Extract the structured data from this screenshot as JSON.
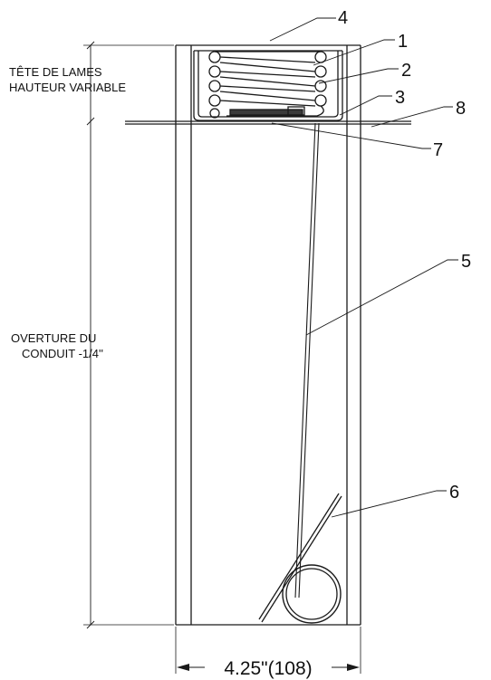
{
  "dimension_labels": {
    "blade_head": [
      "TÊTE DE LAMES",
      "HAUTEUR VARIABLE"
    ],
    "duct_opening": [
      "OVERTURE DU",
      "CONDUIT -1/4''"
    ],
    "width": "4.25\"(108)"
  },
  "callouts": [
    "1",
    "2",
    "3",
    "4",
    "5",
    "6",
    "7",
    "8"
  ],
  "colors": {
    "line": "#1a1a1a",
    "background": "#ffffff"
  }
}
